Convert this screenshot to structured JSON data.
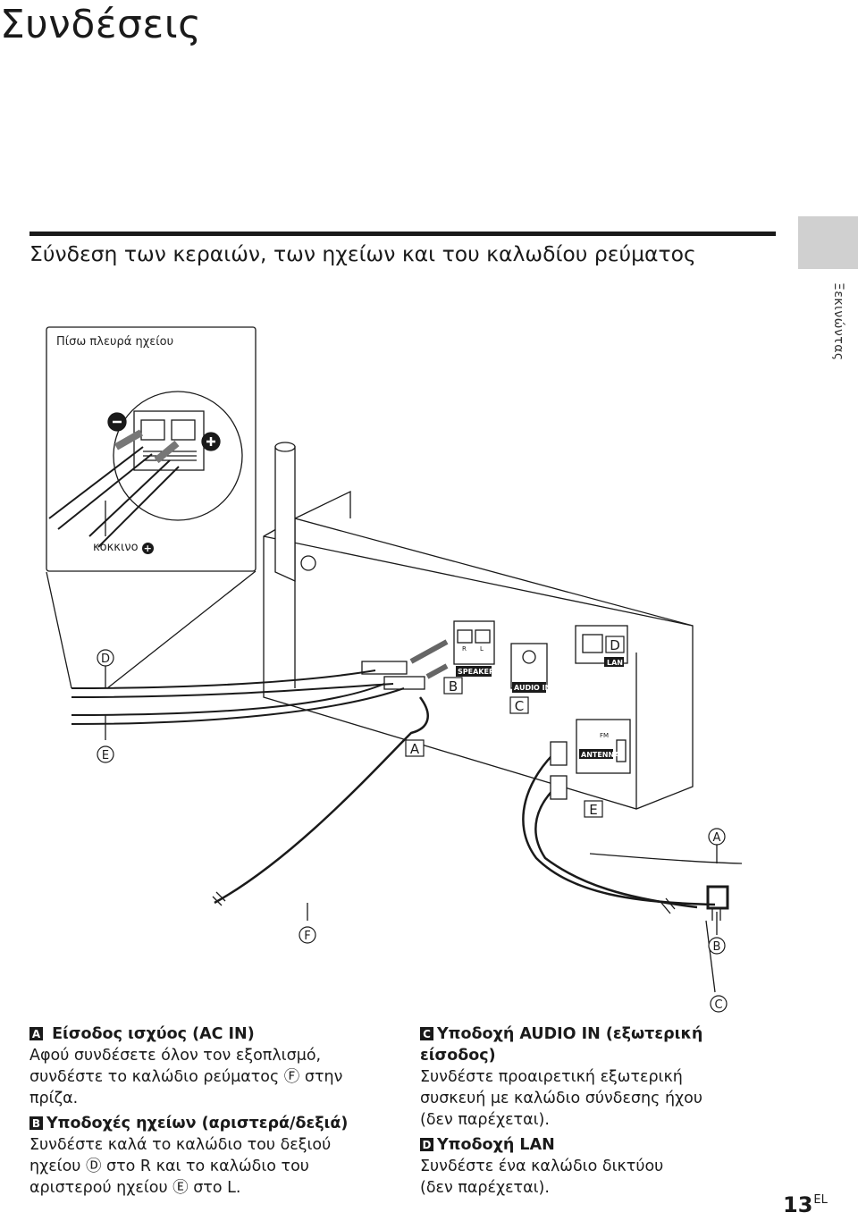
{
  "page": {
    "title": "Συνδέσεις",
    "side_label": "Ξεκινώντας",
    "section_title": "Σύνδεση των κεραιών, των ηχείων και του καλωδίου ρεύματος"
  },
  "figure": {
    "callout_caption": "Πίσω πλευρά ηχείου",
    "red_caption": "κόκκινο",
    "port_speakers": "SPEAKERS",
    "port_audio_in": "AUDIO IN",
    "port_lan": "LAN",
    "port_antenna": "ANTENNA",
    "port_fm": "FM",
    "port_r": "R",
    "port_l": "L",
    "letters": {
      "a": "A",
      "b": "B",
      "c": "C",
      "d": "D",
      "e": "E",
      "f": "F"
    }
  },
  "items": [
    {
      "letter": "A",
      "heading": "Είσοδος ισχύος (AC IN)",
      "lines": [
        "Αφού συνδέσετε όλον τον εξοπλισμό,",
        "συνδέστε το καλώδιο ρεύματος Ⓕ στην",
        "πρίζα."
      ]
    },
    {
      "letter": "B",
      "heading": "Υποδοχές ηχείων (αριστερά/δεξιά)",
      "lines": [
        "Συνδέστε καλά το καλώδιο του δεξιού",
        "ηχείου Ⓓ στο R και το καλώδιο του",
        "αριστερού ηχείου Ⓔ στο L."
      ]
    },
    {
      "letter": "C",
      "heading": "Υποδοχή AUDIO IN (εξωτερική είσοδος)",
      "heading_lines": [
        "Υποδοχή AUDIO IN (εξωτερική",
        "είσοδος)"
      ],
      "lines": [
        "Συνδέστε προαιρετική εξωτερική",
        "συσκευή με καλώδιο σύνδεσης ήχου",
        "(δεν παρέχεται)."
      ]
    },
    {
      "letter": "D",
      "heading": "Υποδοχή LAN",
      "lines": [
        "Συνδέστε ένα καλώδιο δικτύου",
        "(δεν παρέχεται)."
      ]
    }
  ],
  "footer": {
    "page_number": "13",
    "lang_code": "EL"
  }
}
